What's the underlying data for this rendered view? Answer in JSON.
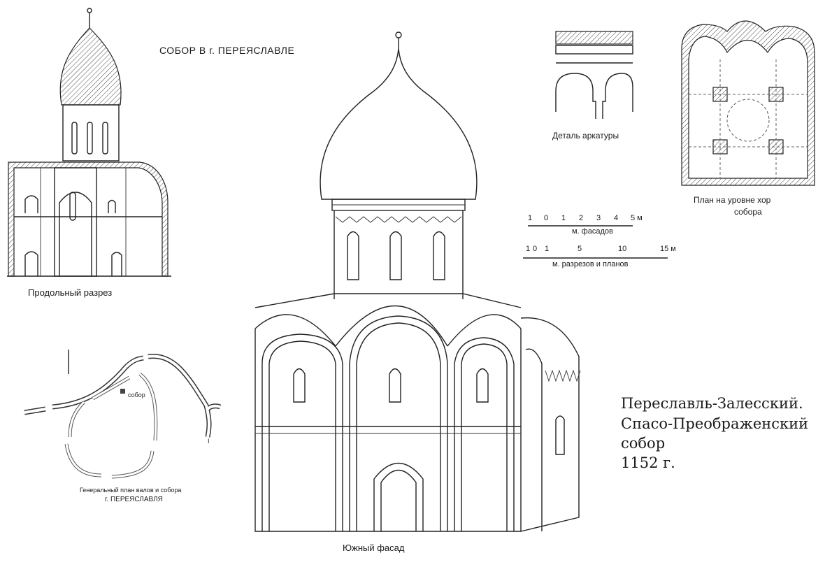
{
  "title": "СОБОР В г. ПЕРЕЯСЛАВЛЕ",
  "section": {
    "caption": "Продольный разрез"
  },
  "facade": {
    "caption": "Южный фасад"
  },
  "arcature": {
    "caption": "Деталь аркатуры"
  },
  "plan": {
    "caption_line1": "План на уровне хор",
    "caption_line2": "собора"
  },
  "scales": {
    "facade": {
      "ticks": [
        "1",
        "0",
        "1",
        "2",
        "3",
        "4",
        "5 м"
      ],
      "label": "м. фасадов"
    },
    "sections": {
      "ticks": [
        "1",
        "0",
        "1",
        "5",
        "10",
        "15 м"
      ],
      "label": "м. разрезов и планов"
    }
  },
  "general_plan": {
    "label_cathedral": "собор",
    "marker": "I",
    "caption_line1": "Генеральный план валов и собора",
    "caption_line2": "г. ПЕРЕЯСЛАВЛЯ"
  },
  "inscription": {
    "line1": "Переславль-Залесский.",
    "line2": "Спасо-Преображенский",
    "line3": "собор",
    "line4": "1152 г."
  }
}
